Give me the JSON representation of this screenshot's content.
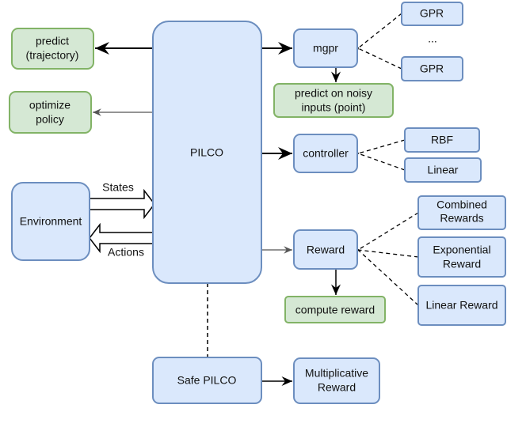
{
  "colors": {
    "blue_fill": "#dae8fc",
    "blue_stroke": "#6c8ebf",
    "green_fill": "#d5e8d4",
    "green_stroke": "#82b366"
  },
  "nodes": {
    "pilco": "PILCO",
    "predict_traj": [
      "predict",
      "(trajectory)"
    ],
    "optimize": [
      "optimize",
      "policy"
    ],
    "environment": "Environment",
    "mgpr": "mgpr",
    "gpr1": "GPR",
    "ellipsis": "...",
    "gpr2": "GPR",
    "predict_noisy": [
      "predict on noisy",
      "inputs (point)"
    ],
    "controller": "controller",
    "rbf": "RBF",
    "linear": "Linear",
    "reward": "Reward",
    "combined": [
      "Combined",
      "Rewards"
    ],
    "exponential": [
      "Exponential",
      "Reward"
    ],
    "linear_reward": "Linear Reward",
    "compute_reward": "compute reward",
    "safe_pilco": "Safe PILCO",
    "multiplicative": [
      "Multiplicative",
      "Reward"
    ]
  },
  "edges": {
    "states": "States",
    "actions": "Actions"
  }
}
